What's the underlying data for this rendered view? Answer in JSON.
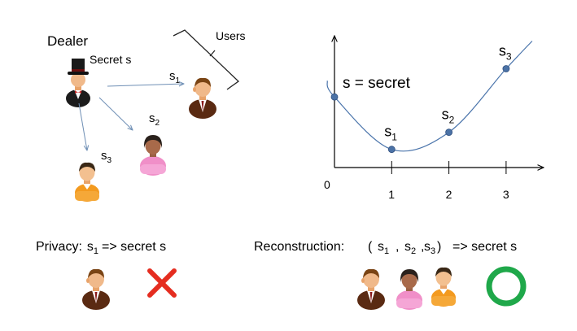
{
  "dealer": {
    "label": "Dealer",
    "secret_label": "Secret s"
  },
  "users_label": "Users",
  "shares": [
    {
      "base": "s",
      "sub": "1"
    },
    {
      "base": "s",
      "sub": "2"
    },
    {
      "base": "s",
      "sub": "3"
    }
  ],
  "graph": {
    "secret_label": "s = secret",
    "origin_label": "0",
    "x_ticks": [
      "1",
      "2",
      "3"
    ],
    "points": [
      {
        "x": 0,
        "y": 0.7,
        "label_base": "",
        "label_sub": ""
      },
      {
        "x": 1,
        "y": 0.18,
        "label_base": "s",
        "label_sub": "1"
      },
      {
        "x": 2,
        "y": 0.35,
        "label_base": "s",
        "label_sub": "2"
      },
      {
        "x": 3,
        "y": 0.98,
        "label_base": "s",
        "label_sub": "3"
      }
    ]
  },
  "privacy": {
    "label": "Privacy:",
    "share_base": "s",
    "share_sub": "1",
    "arrow_text": "=> secret s"
  },
  "reconstruction": {
    "label": "Reconstruction:",
    "open": "(",
    "items": [
      {
        "base": "s",
        "sub": "1"
      },
      {
        "base": "s",
        "sub": "2"
      },
      {
        "base": "s",
        "sub": "3"
      }
    ],
    "comma": ",",
    "close": ")",
    "arrow_text": "=>  secret s"
  },
  "colors": {
    "arrow": "#6f8fb5",
    "curve": "#4a74ab",
    "point": "#4b72a6",
    "cross": "#e52d20",
    "circle": "#1fa84a"
  }
}
